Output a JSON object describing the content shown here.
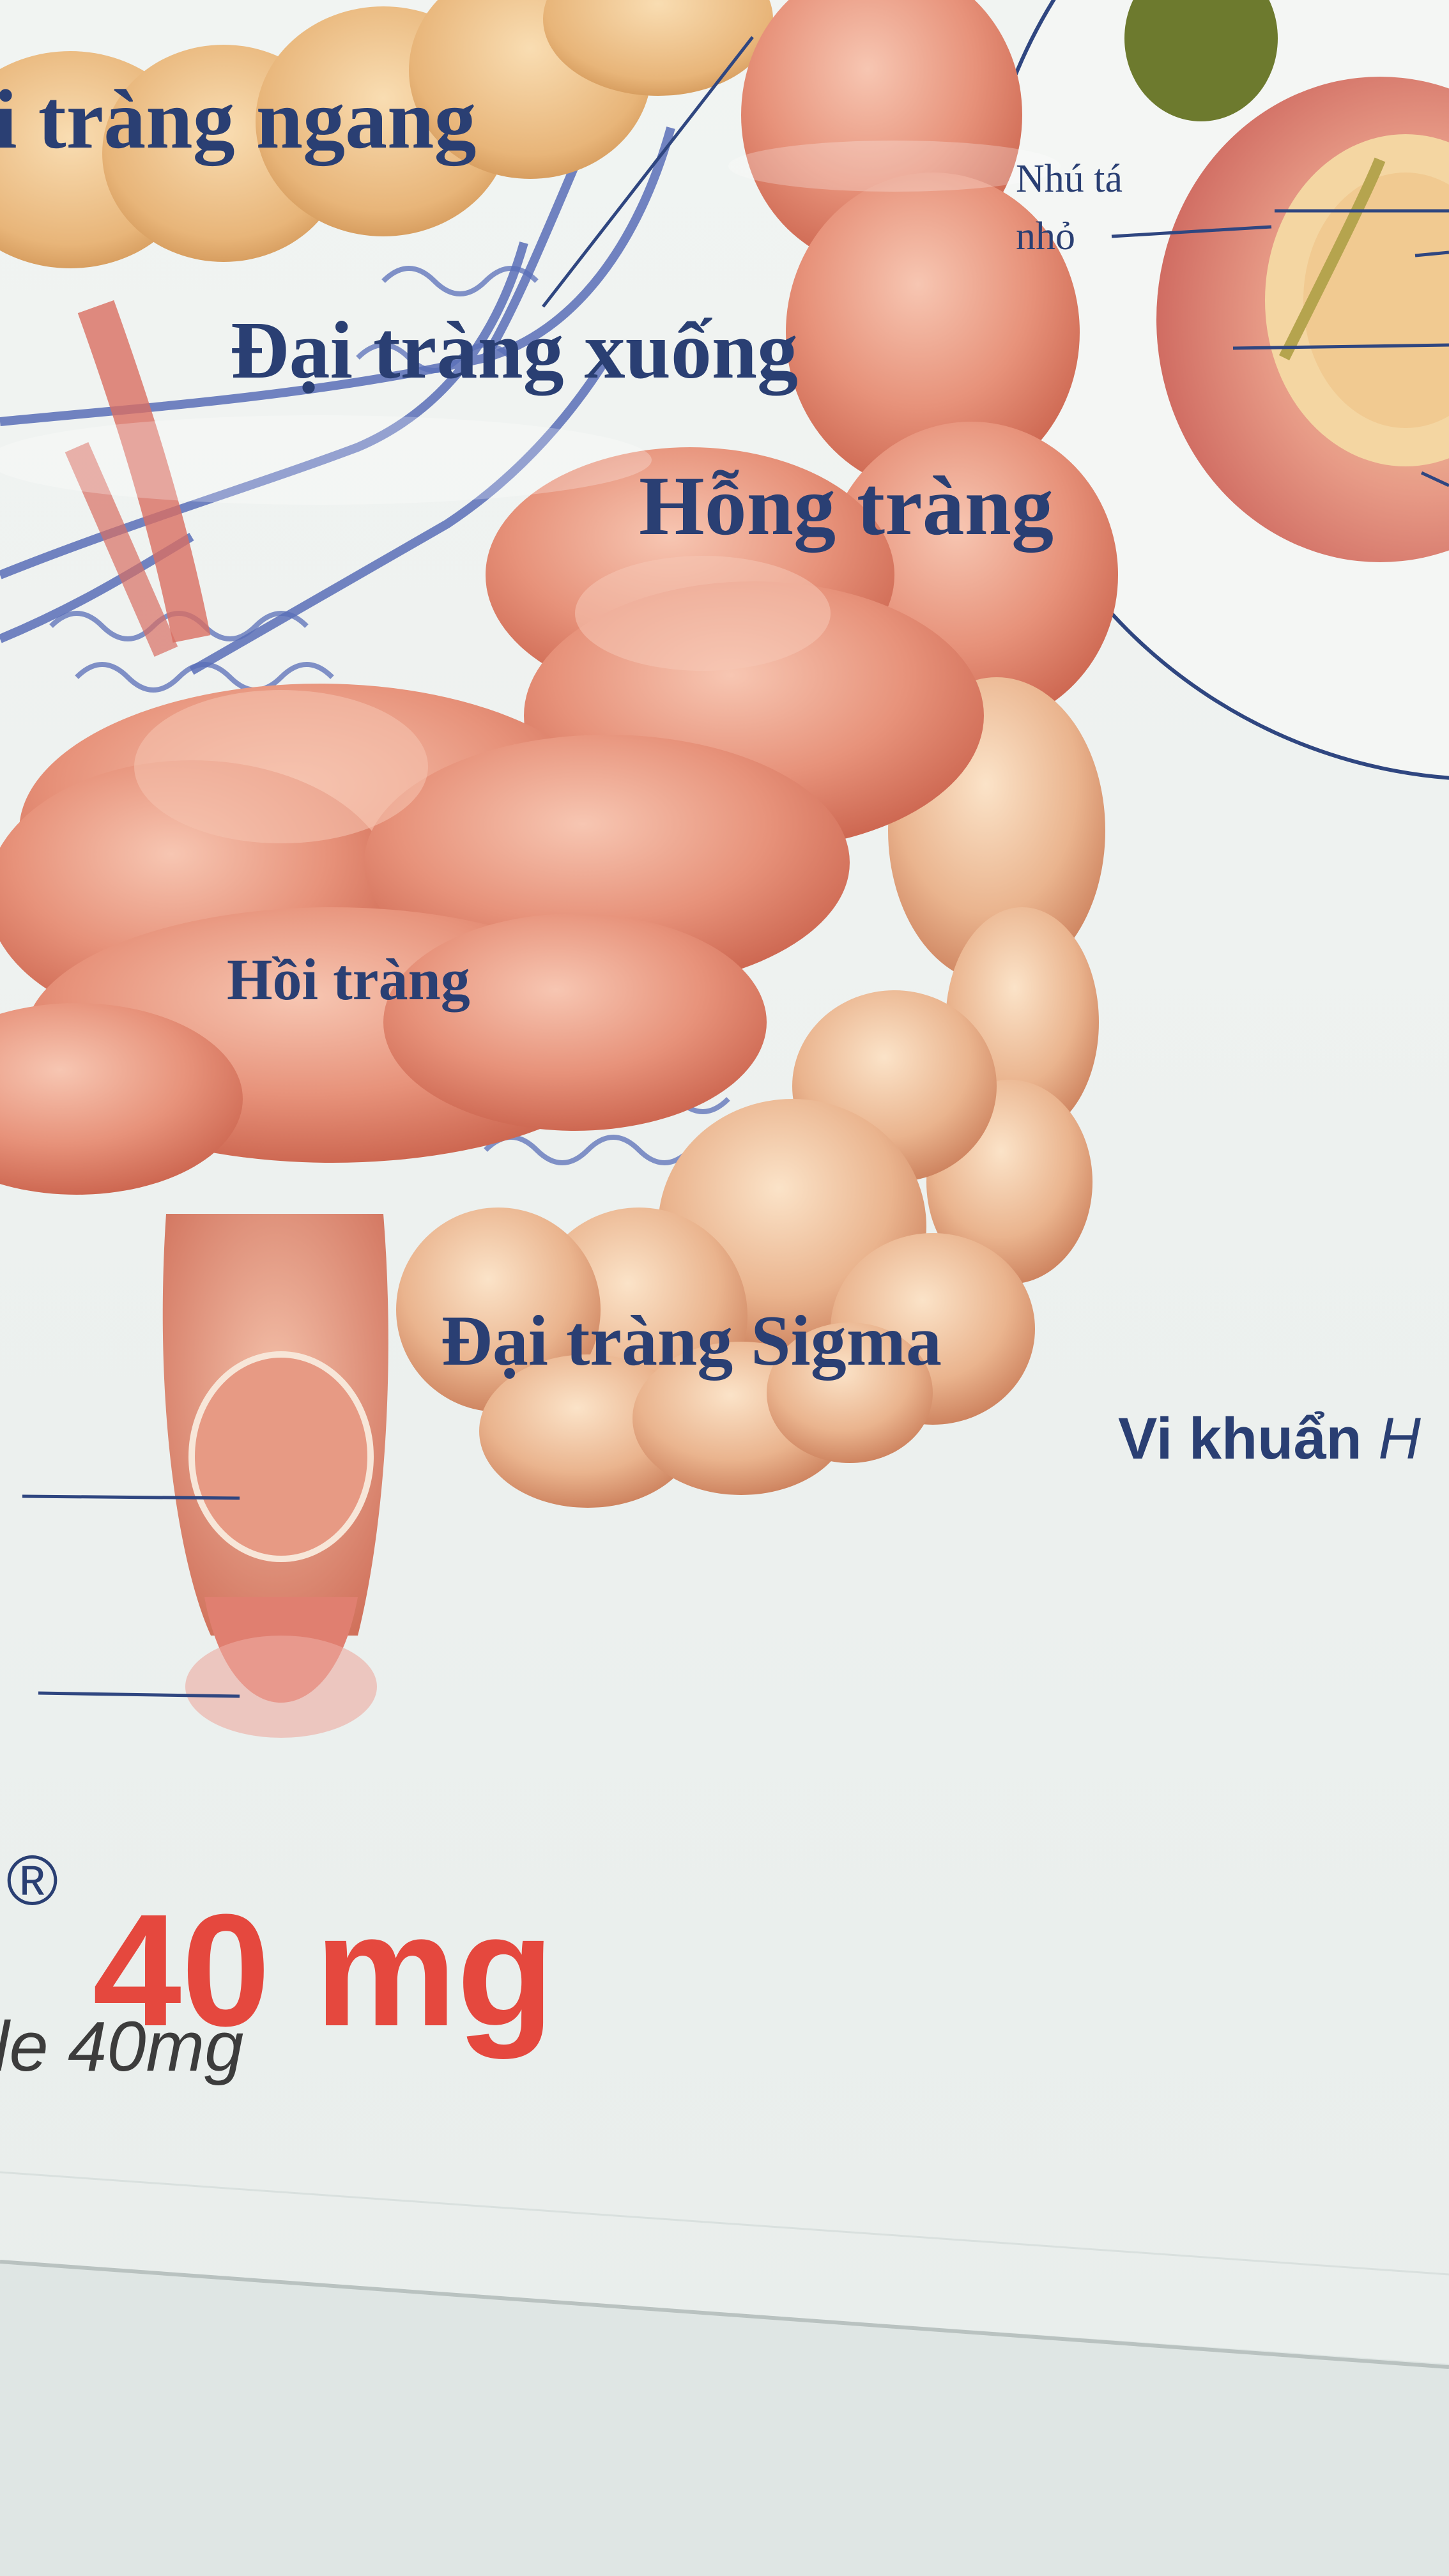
{
  "poster": {
    "labels": {
      "transverse_colon": "i tràng ngang",
      "descending_colon": "Đại tràng xuống",
      "jejunum": "Hỗng tràng",
      "ileum": "Hồi tràng",
      "sigmoid_colon": "Đại tràng Sigma",
      "minor_papilla_line1": "Nhú tá",
      "minor_papilla_line2": "nhỏ",
      "bacteria_prefix": "Vi khuẩn",
      "bacteria_italic": "H"
    },
    "product": {
      "registered_mark": "®",
      "dose": "40 mg",
      "subtitle": "le 40mg"
    }
  },
  "colors": {
    "label_blue": "#2a3f73",
    "dose_red": "#e5483e",
    "intestine": "#e58a6e",
    "colon": "#e9b48c",
    "vessel_blue": "#5a6fb8",
    "background": "#e6ecea"
  }
}
